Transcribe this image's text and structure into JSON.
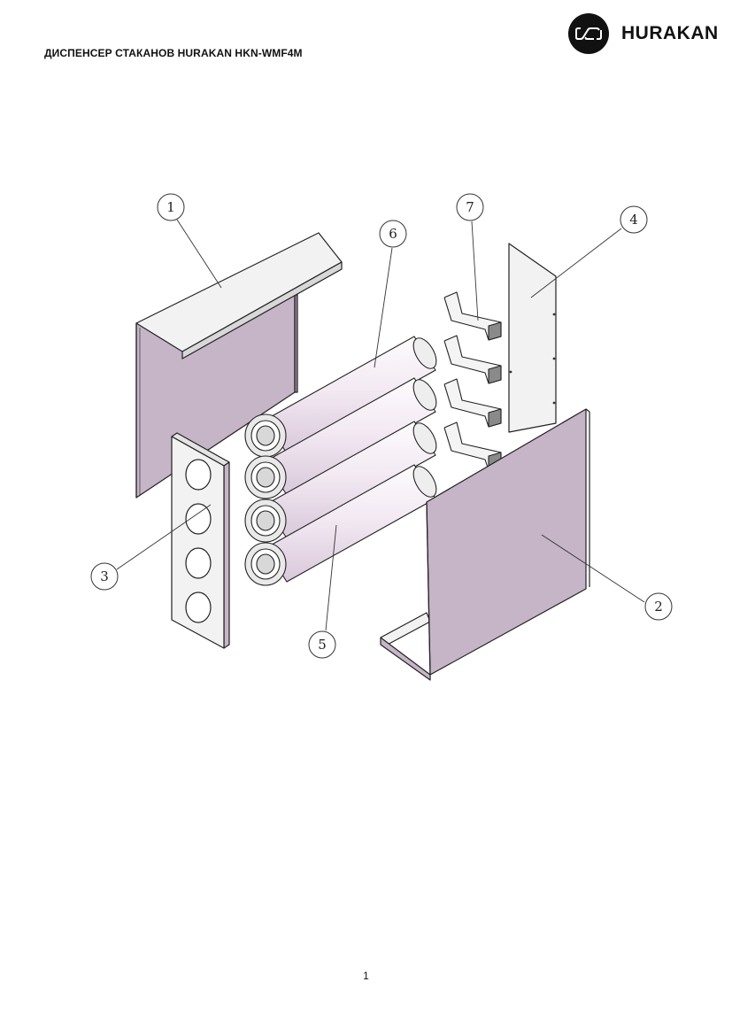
{
  "header": {
    "title": "ДИСПЕНСЕР СТАКАНОВ HURAKAN HKN-WMF4M",
    "brand_name": "HURAKAN",
    "logo_icon": "hurakan-wave-logo-icon"
  },
  "drawing": {
    "callouts": [
      "1",
      "2",
      "3",
      "4",
      "5",
      "6",
      "7"
    ],
    "colors": {
      "panel_fill": "#c6b4c7",
      "light_fill": "#f2f2f2",
      "outline": "#222222"
    }
  },
  "footer": {
    "page_number": "1"
  }
}
